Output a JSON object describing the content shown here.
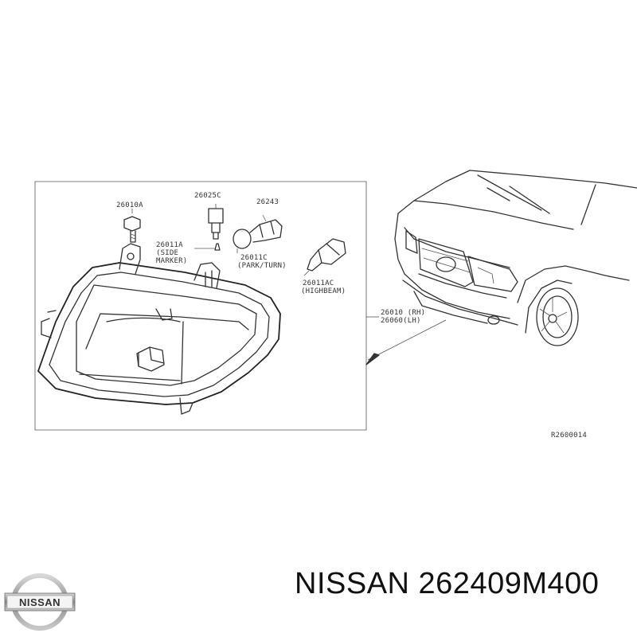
{
  "labels": {
    "p26010a": "26010A",
    "p26025c": "26025C",
    "p26243": "26243",
    "p26011a": "26011A",
    "side": "(SIDE",
    "marker": "MARKER)",
    "p26011c": "26011C",
    "park_turn": "(PARK/TURN)",
    "p26011ac": "26011AC",
    "highbeam": "(HIGHBEAM)",
    "p26010rh": "26010 (RH)",
    "p26060lh": "26060(LH)",
    "ref": "R2600014"
  },
  "brand": {
    "logo_text": "NISSAN",
    "title": "NISSAN 262409M400"
  }
}
